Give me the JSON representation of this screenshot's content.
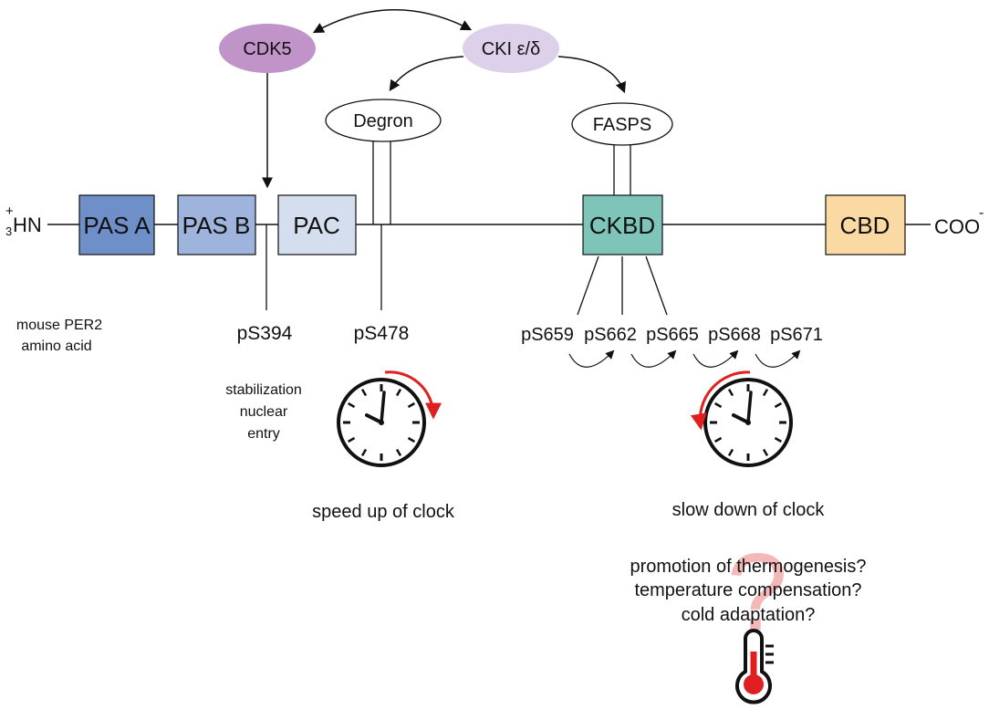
{
  "colors": {
    "pas_a": "#6f8fc9",
    "pas_b": "#9eb4dc",
    "pac": "#d4deef",
    "ckbd": "#7ec4b8",
    "cbd": "#fbd9a3",
    "cdk5": "#c094c8",
    "cki": "#ddd0ea",
    "clock_arrow": "#e02020",
    "question_mark": "#f4b8b8",
    "thermo_fill": "#e02020"
  },
  "termini": {
    "n_sup": "+",
    "n_sub": "3",
    "n_main": "HN",
    "c_main": "COO",
    "c_sup": "-"
  },
  "domains": {
    "pas_a": "PAS A",
    "pas_b": "PAS B",
    "pac": "PAC",
    "ckbd": "CKBD",
    "cbd": "CBD"
  },
  "kinases": {
    "cdk5": "CDK5",
    "cki": "CKI ε/δ"
  },
  "motifs": {
    "degron": "Degron",
    "fasps": "FASPS"
  },
  "species_label": {
    "line1": "mouse PER2",
    "line2": "amino acid"
  },
  "sites": {
    "s394": "pS394",
    "s478": "pS478",
    "s659": "pS659",
    "s662": "pS662",
    "s665": "pS665",
    "s668": "pS668",
    "s671": "pS671"
  },
  "s394_effect": {
    "line1": "stabilization",
    "line2": "nuclear",
    "line3": "entry"
  },
  "clock_captions": {
    "left": "speed up of clock",
    "right": "slow down of clock"
  },
  "questions": {
    "q1": "promotion of thermogenesis?",
    "q2": "temperature compensation?",
    "q3": "cold adaptation?",
    "mark": "?"
  },
  "icons": {
    "clock_left": "clock-icon",
    "clock_right": "clock-icon",
    "thermometer": "thermometer-icon"
  }
}
